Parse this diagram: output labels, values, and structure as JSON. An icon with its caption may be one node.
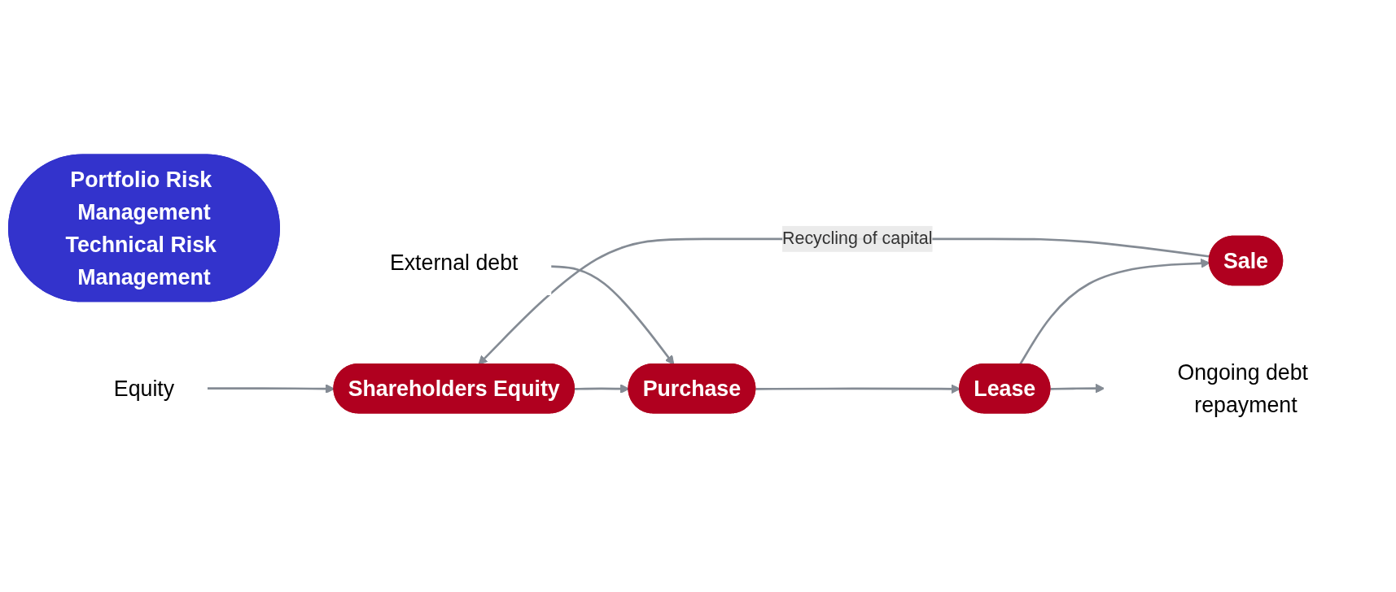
{
  "diagram": {
    "nodes": [
      {
        "text": [
          "Shareholders Equity"
        ]
      },
      {
        "text": [
          "Purchase"
        ]
      },
      {
        "text": [
          "Lease"
        ]
      },
      {
        "text": [
          "Sale"
        ]
      },
      {
        "text": [
          "Portfolio Risk Management",
          "Technical Risk Management"
        ]
      },
      {
        "text": [
          "Equity"
        ]
      },
      {
        "text": [
          "External debt"
        ]
      },
      {
        "text": [
          "Ongoing debt repayment"
        ]
      }
    ],
    "edges": [
      {
        "from": 0,
        "to": 1,
        "arrow": "to"
      },
      {
        "from": 1,
        "to": 2,
        "arrow": "to"
      },
      {
        "from": 2,
        "to": 3,
        "arrow": "to"
      },
      {
        "from": 3,
        "to": 0,
        "arrow": "to",
        "label": "Recycling of capital"
      },
      {
        "from": 5,
        "to": 0,
        "arrow": "to"
      },
      {
        "from": 6,
        "to": 1,
        "arrow": "to"
      },
      {
        "from": 2,
        "to": 7,
        "arrow": "to"
      }
    ]
  }
}
